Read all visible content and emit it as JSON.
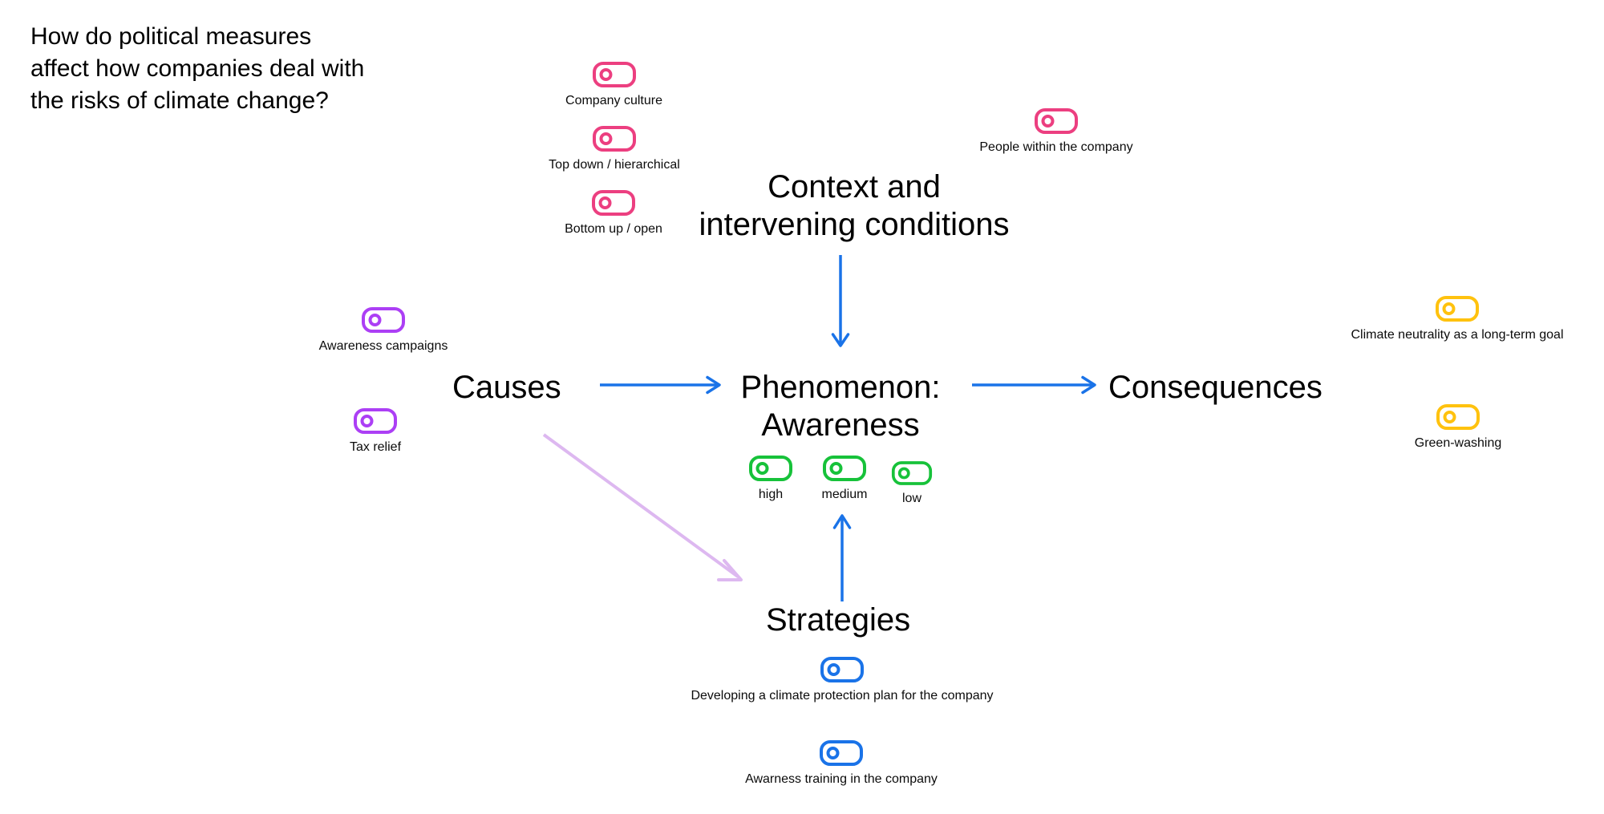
{
  "research_question": "How do political measures\naffect how companies deal with\nthe risks of climate change?",
  "headings": {
    "context": "Context and\nintervening conditions",
    "causes": "Causes",
    "phenomenon": "Phenomenon:\nAwareness",
    "consequences": "Consequences",
    "strategies": "Strategies"
  },
  "colors": {
    "pink": "#EC3F80",
    "purple": "#AC3FF5",
    "green": "#17C23A",
    "blue": "#1A73E8",
    "yellow": "#FFC20E",
    "light_purple_arrow": "#DDB8F0",
    "text": "#000000",
    "background": "#FFFFFF"
  },
  "groups": {
    "context": {
      "color_name": "pink",
      "nodes": [
        {
          "label": "Company culture",
          "icon": "tag-icon"
        },
        {
          "label": "Top down / hierarchical",
          "icon": "tag-icon"
        },
        {
          "label": "Bottom up / open",
          "icon": "tag-icon"
        },
        {
          "label": "People within the company",
          "icon": "tag-icon"
        }
      ]
    },
    "causes": {
      "color_name": "purple",
      "nodes": [
        {
          "label": "Awareness campaigns",
          "icon": "tag-icon"
        },
        {
          "label": "Tax relief",
          "icon": "tag-icon"
        }
      ]
    },
    "phenomenon": {
      "color_name": "green",
      "nodes": [
        {
          "label": "high",
          "icon": "tag-icon"
        },
        {
          "label": "medium",
          "icon": "tag-icon"
        },
        {
          "label": "low",
          "icon": "tag-icon"
        }
      ]
    },
    "consequences": {
      "color_name": "yellow",
      "nodes": [
        {
          "label": "Climate neutrality as a long-term goal",
          "icon": "tag-icon"
        },
        {
          "label": "Green-washing",
          "icon": "tag-icon"
        }
      ]
    },
    "strategies": {
      "color_name": "blue",
      "nodes": [
        {
          "label": "Developing a climate protection plan for the company",
          "icon": "tag-icon"
        },
        {
          "label": "Awarness training in the company",
          "icon": "tag-icon"
        }
      ]
    }
  },
  "arrows": [
    {
      "name": "context-to-phenomenon",
      "from": "Context and intervening conditions",
      "to": "Phenomenon: Awareness",
      "direction": "down",
      "color_name": "blue"
    },
    {
      "name": "causes-to-phenomenon",
      "from": "Causes",
      "to": "Phenomenon: Awareness",
      "direction": "right",
      "color_name": "blue"
    },
    {
      "name": "phenomenon-to-consequences",
      "from": "Phenomenon: Awareness",
      "to": "Consequences",
      "direction": "right",
      "color_name": "blue"
    },
    {
      "name": "strategies-to-phenomenon",
      "from": "Strategies",
      "to": "Phenomenon: Awareness",
      "direction": "up",
      "color_name": "blue"
    },
    {
      "name": "causes-to-strategies",
      "from": "Causes",
      "to": "Strategies",
      "direction": "diagonal-down-right",
      "color_name": "light_purple_arrow"
    }
  ]
}
